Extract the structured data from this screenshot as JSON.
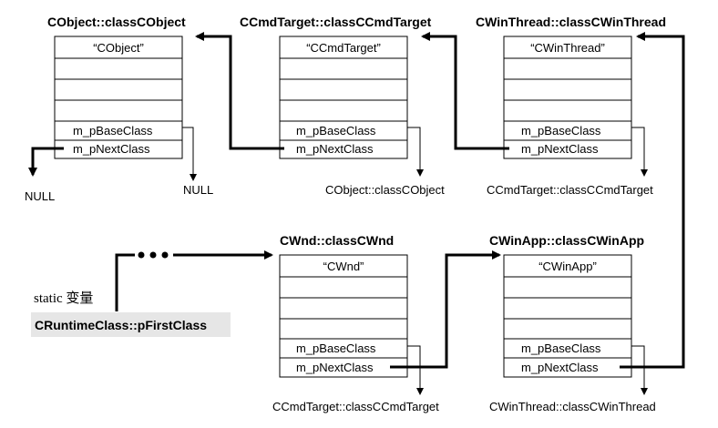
{
  "classes": [
    {
      "title": "CObject::classCObject",
      "name": "“CObject”",
      "base_field": "m_pBaseClass",
      "next_field": "m_pNextClass"
    },
    {
      "title": "CCmdTarget::classCCmdTarget",
      "name": "“CCmdTarget”",
      "base_field": "m_pBaseClass",
      "next_field": "m_pNextClass"
    },
    {
      "title": "CWinThread::classCWinThread",
      "name": "“CWinThread”",
      "base_field": "m_pBaseClass",
      "next_field": "m_pNextClass"
    },
    {
      "title": "CWnd::classCWnd",
      "name": "“CWnd”",
      "base_field": "m_pBaseClass",
      "next_field": "m_pNextClass"
    },
    {
      "title": "CWinApp::classCWinApp",
      "name": "“CWinApp”",
      "base_field": "m_pBaseClass",
      "next_field": "m_pNextClass"
    }
  ],
  "pointer_labels": {
    "null_next": "NULL",
    "null_base": "NULL",
    "ccmdtarget_base": "CObject::classCObject",
    "cwinthread_base": "CCmdTarget::classCCmdTarget",
    "cwnd_base": "CCmdTarget::classCCmdTarget",
    "cwinapp_base": "CWinThread::classCWinThread"
  },
  "static_label": "static 变量",
  "first_class_label": "CRuntimeClass::pFirstClass",
  "colors": {
    "line": "#000000",
    "highlight_bg": "#e6e6e6"
  }
}
